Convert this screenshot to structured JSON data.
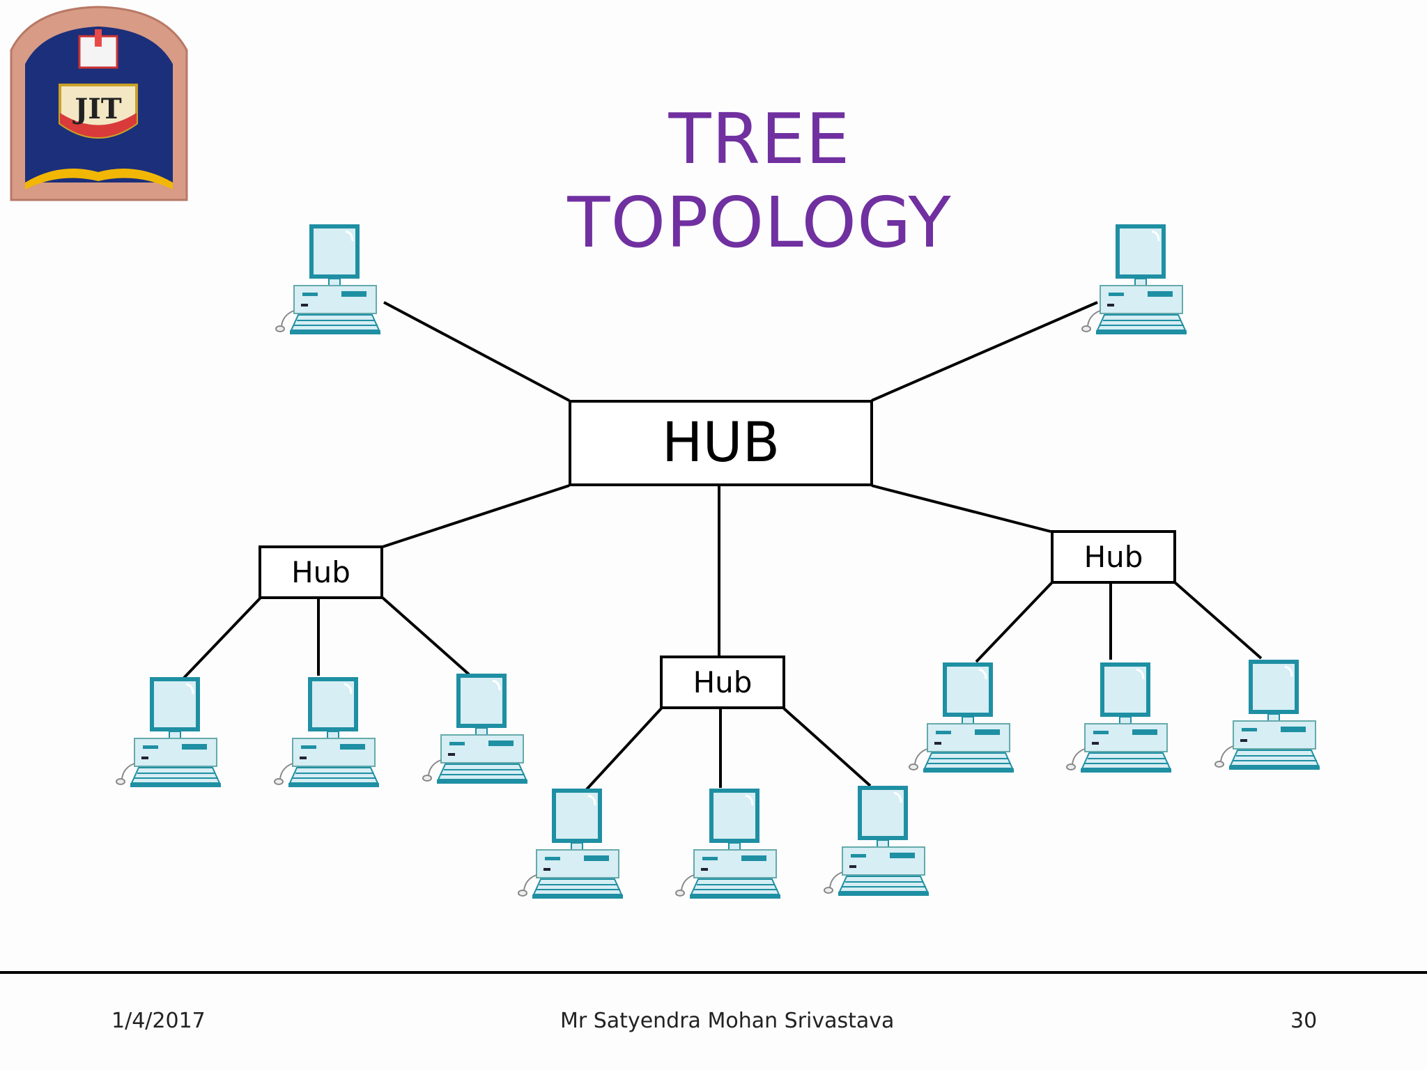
{
  "slide": {
    "title": "TREE TOPOLOGY",
    "logo_text": "JIT",
    "main_hub_label": "HUB",
    "sub_hubs": [
      {
        "label": "Hub"
      },
      {
        "label": "Hub"
      },
      {
        "label": "Hub"
      }
    ],
    "computers": [
      {
        "name": "pc-top-left"
      },
      {
        "name": "pc-top-right"
      },
      {
        "name": "pc-left-1"
      },
      {
        "name": "pc-left-2"
      },
      {
        "name": "pc-left-3"
      },
      {
        "name": "pc-center-1"
      },
      {
        "name": "pc-center-2"
      },
      {
        "name": "pc-center-3"
      },
      {
        "name": "pc-right-1"
      },
      {
        "name": "pc-right-2"
      },
      {
        "name": "pc-right-3"
      }
    ]
  },
  "footer": {
    "date": "1/4/2017",
    "author": "Mr Satyendra Mohan Srivastava",
    "page_number": "30"
  },
  "colors": {
    "title": "#7030a0",
    "computer_fill": "#d6eef4",
    "computer_stroke": "#1f8fa3",
    "logo_navy": "#1c2f7a",
    "logo_frame": "#d79b86"
  }
}
